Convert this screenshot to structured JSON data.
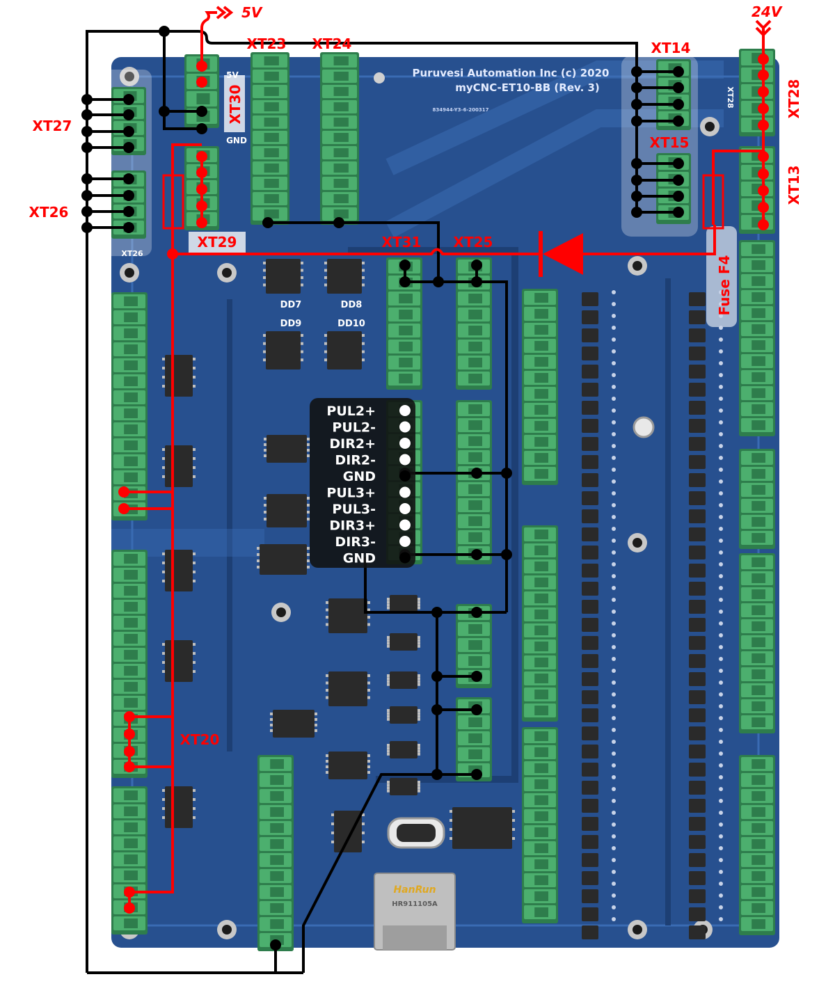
{
  "colors": {
    "pcb": "#27508f",
    "pcb_dark": "#1d3f74",
    "pcb_line": "#3a6bb3",
    "connector": "#4caf6e",
    "connector_dark": "#2e7d4c",
    "ic": "#2a2a2a",
    "wire_black": "#000000",
    "wire_red": "#ff0000",
    "pin_white": "#ffffff",
    "label_red": "#ff0000",
    "label_white": "#ffffff"
  },
  "board": {
    "maker": "Puruvesi Automation Inc  (c) 2020",
    "model": "myCNC-ET10-BB (Rev. 3)",
    "serial": "834944-Y3-6-200317"
  },
  "power": {
    "v5": "5V",
    "v24": "24V"
  },
  "connectors": {
    "xt23": "XT23",
    "xt24": "XT24",
    "xt14": "XT14",
    "xt15": "XT15",
    "xt27": "XT27",
    "xt26": "XT26",
    "xt28": "XT28",
    "xt13": "XT13",
    "xt29": "XT29",
    "xt30": "XT30",
    "xt31": "XT31",
    "xt25": "XT25",
    "xt20": "XT20",
    "fuse": "Fuse F4"
  },
  "silk": {
    "dd7": "DD7",
    "dd8": "DD8",
    "dd9": "DD9",
    "dd10": "DD10",
    "xt26_small": "XT26",
    "xt28_small": "XT28",
    "v5_small": "5V",
    "gnd_small": "GND"
  },
  "pins": [
    "PUL2+",
    "PUL2-",
    "DIR2+",
    "DIR2-",
    "GND",
    "PUL3+",
    "PUL3-",
    "DIR3+",
    "DIR3-",
    "GND"
  ],
  "ethernet": {
    "brand": "HanRun",
    "part": "HR911105A"
  }
}
